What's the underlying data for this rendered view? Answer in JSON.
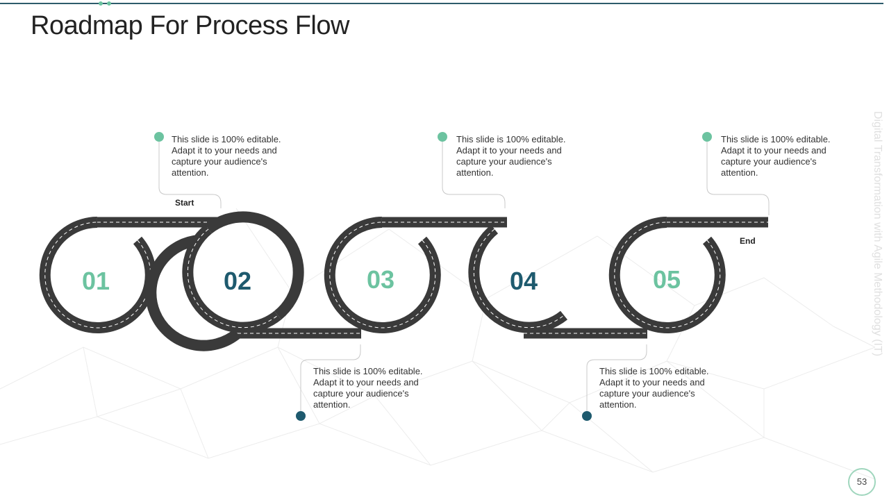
{
  "slide": {
    "title": "Roadmap For Process Flow",
    "side_text": "Digital Transformation with Agile Methodology (IT)",
    "page_number": "53"
  },
  "road": {
    "start_label": "Start",
    "end_label": "End"
  },
  "steps": [
    {
      "number": "01",
      "color": "#6cc3a0",
      "text": "This slide is 100% editable. Adapt it to your needs and capture your audience's attention."
    },
    {
      "number": "02",
      "color": "#1e5a6e",
      "text": "This slide is 100% editable. Adapt it to your needs and capture your audience's attention."
    },
    {
      "number": "03",
      "color": "#6cc3a0",
      "text": "This slide is 100% editable. Adapt it to your needs and capture your audience's attention."
    },
    {
      "number": "04",
      "color": "#1e5a6e",
      "text": "This slide is 100% editable. Adapt it to your needs and capture your audience's attention."
    },
    {
      "number": "05",
      "color": "#6cc3a0",
      "text": "This slide is 100% editable. Adapt it to your needs and capture your audience's attention."
    }
  ],
  "colors": {
    "accent_green": "#6cc3a0",
    "accent_teal": "#1e5a6e",
    "road": "#3a3a3a"
  }
}
